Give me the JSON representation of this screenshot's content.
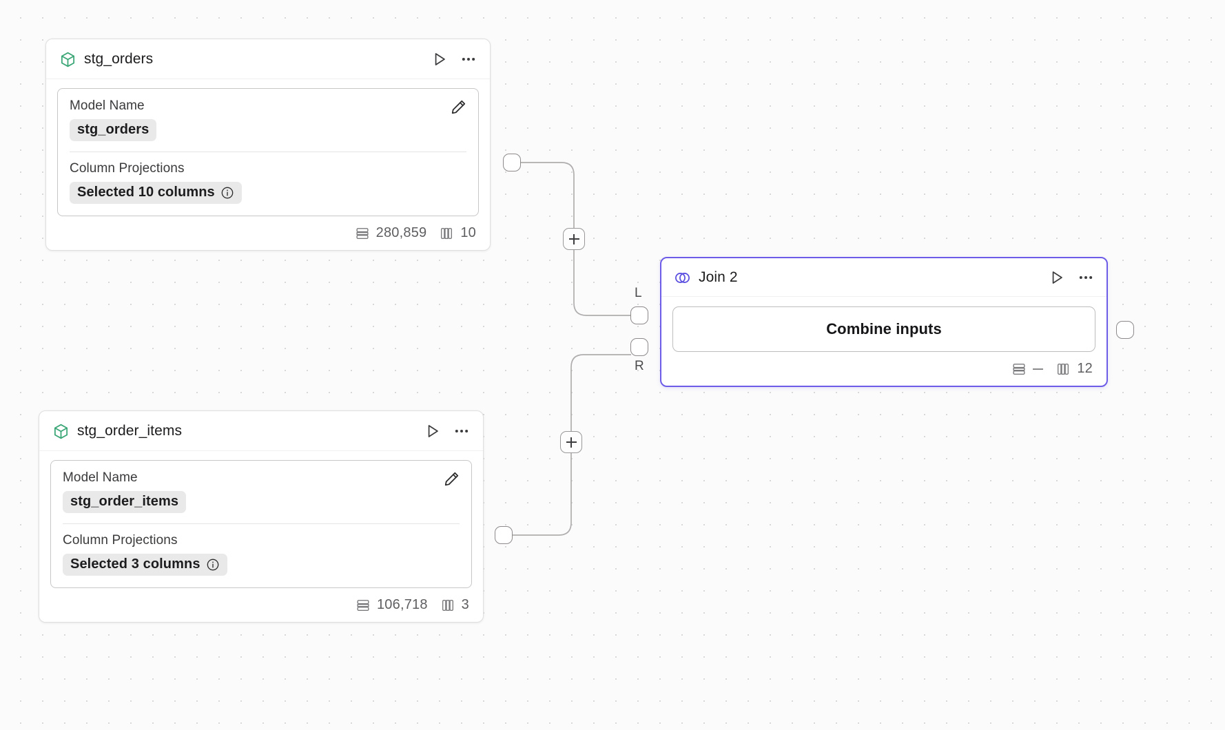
{
  "canvas": {
    "background_color": "#fbfbfb",
    "grid_dot_color": "#d8d8d8",
    "grid_spacing": 32
  },
  "theme": {
    "accent_purple": "#6c5ce7",
    "model_icon_green": "#3aa676",
    "chip_background": "#e9e9e9",
    "text_primary": "#1c1c1e",
    "text_secondary": "#5e5e61",
    "edge_color": "#b0adad"
  },
  "nodes": [
    {
      "id": "stg_orders",
      "type": "model",
      "icon": "cube-icon",
      "title": "stg_orders",
      "selected": false,
      "actions": {
        "run": "run-icon",
        "more": "more-options-icon"
      },
      "fields": {
        "model_name_label": "Model Name",
        "model_name_value": "stg_orders",
        "column_projections_label": "Column Projections",
        "column_projections_value": "Selected 10 columns",
        "edit": "pencil-icon",
        "info": "info-icon"
      },
      "stats": {
        "rows_icon": "rows-icon",
        "rows": "280,859",
        "columns_icon": "columns-icon",
        "columns": "10"
      }
    },
    {
      "id": "stg_order_items",
      "type": "model",
      "icon": "cube-icon",
      "title": "stg_order_items",
      "selected": false,
      "actions": {
        "run": "run-icon",
        "more": "more-options-icon"
      },
      "fields": {
        "model_name_label": "Model Name",
        "model_name_value": "stg_order_items",
        "column_projections_label": "Column Projections",
        "column_projections_value": "Selected 3 columns",
        "edit": "pencil-icon",
        "info": "info-icon"
      },
      "stats": {
        "rows_icon": "rows-icon",
        "rows": "106,718",
        "columns_icon": "columns-icon",
        "columns": "3"
      }
    },
    {
      "id": "join_2",
      "type": "join",
      "icon": "venn-icon",
      "title": "Join 2",
      "selected": true,
      "actions": {
        "run": "run-icon",
        "more": "more-options-icon"
      },
      "body": {
        "combine_label": "Combine inputs"
      },
      "input_labels": {
        "left": "L",
        "right": "R"
      },
      "stats": {
        "rows_icon": "rows-icon",
        "rows": "—",
        "columns_icon": "columns-icon",
        "columns": "12"
      }
    }
  ],
  "edges": [
    {
      "id": "edge-orders-to-join-left",
      "from": "stg_orders",
      "to": "join_2",
      "to_port": "L",
      "add_button": "+"
    },
    {
      "id": "edge-order-items-to-join-right",
      "from": "stg_order_items",
      "to": "join_2",
      "to_port": "R",
      "add_button": "+"
    }
  ]
}
